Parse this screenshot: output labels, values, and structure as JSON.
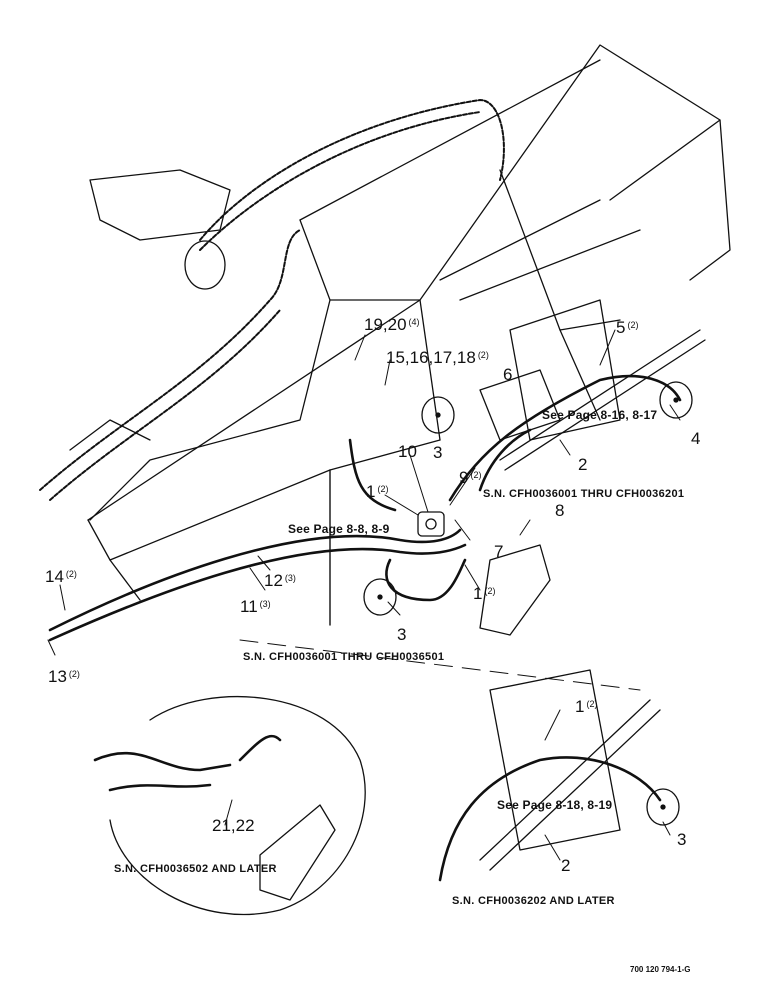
{
  "callouts": {
    "c_19_20": {
      "num": "19,20",
      "qty": "(4)"
    },
    "c_15_18": {
      "num": "15,16,17,18",
      "qty": "(2)"
    },
    "c_5": {
      "num": "5",
      "qty": "(2)"
    },
    "c_6": {
      "num": "6",
      "qty": ""
    },
    "c_3a": {
      "num": "3",
      "qty": ""
    },
    "c_4": {
      "num": "4",
      "qty": ""
    },
    "c_10": {
      "num": "10",
      "qty": ""
    },
    "c_2a": {
      "num": "2",
      "qty": ""
    },
    "c_9": {
      "num": "9",
      "qty": "(2)"
    },
    "c_1a": {
      "num": "1",
      "qty": "(2)"
    },
    "c_8": {
      "num": "8",
      "qty": ""
    },
    "c_7": {
      "num": "7",
      "qty": ""
    },
    "c_1b": {
      "num": "1",
      "qty": "(2)"
    },
    "c_14": {
      "num": "14",
      "qty": "(2)"
    },
    "c_12": {
      "num": "12",
      "qty": "(3)"
    },
    "c_11": {
      "num": "11",
      "qty": "(3)"
    },
    "c_3b": {
      "num": "3",
      "qty": ""
    },
    "c_13": {
      "num": "13",
      "qty": "(2)"
    },
    "c_1c": {
      "num": "1",
      "qty": "(2)"
    },
    "c_21_22": {
      "num": "21,22",
      "qty": ""
    },
    "c_3c": {
      "num": "3",
      "qty": ""
    },
    "c_2b": {
      "num": "2",
      "qty": ""
    }
  },
  "references": {
    "ref_816": "See Page 8-16, 8-17",
    "ref_88": "See Page 8-8, 8-9",
    "ref_818": "See Page 8-18, 8-19"
  },
  "serials": {
    "sn_36001_36201": "S.N. CFH0036001 THRU CFH0036201",
    "sn_36001_36501": "S.N. CFH0036001 THRU CFH0036501",
    "sn_36502_later": "S.N. CFH0036502 AND LATER",
    "sn_36202_later": "S.N. CFH0036202 AND LATER"
  },
  "figure_number": "700 120 794-1-G"
}
